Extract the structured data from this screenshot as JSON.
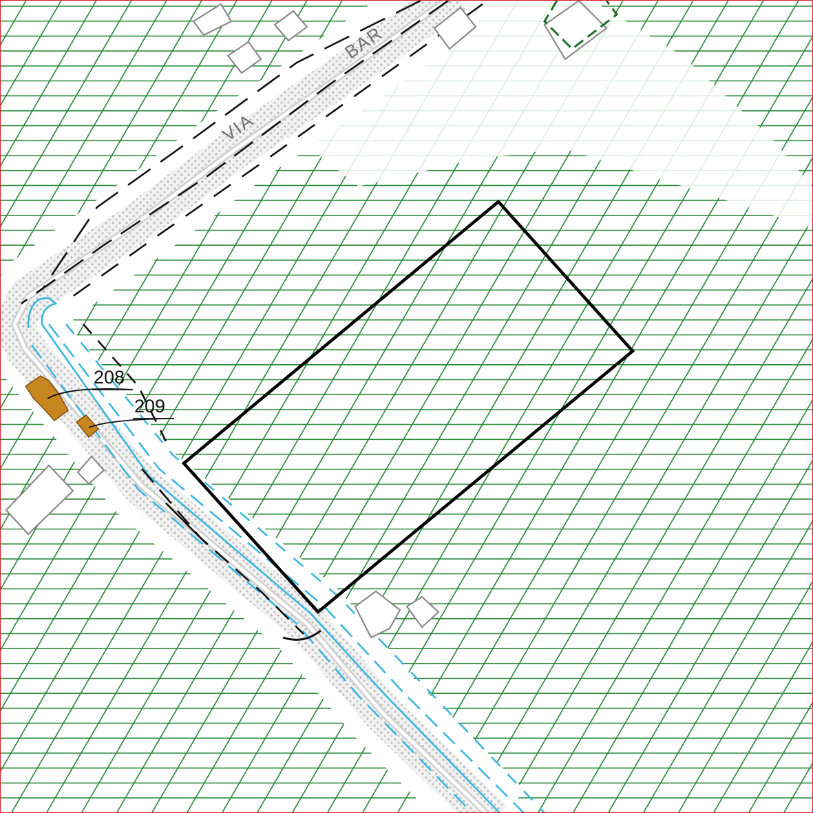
{
  "map": {
    "colors": {
      "zone_hatch": "#2e8b3e",
      "road_fill": "#b9b9b9",
      "road_centerline": "#e5e5e5",
      "watercourse": "#3bb6e0",
      "boundary_dashed": "#111111",
      "site_outline": "#000000",
      "building_outline": "#8a8a8a",
      "highlighted_buildings": "#c8861e",
      "green_dashed_boundary": "#1f6b2a",
      "frame_border": "#d61f26"
    },
    "street_labels": [
      {
        "text": "VIA"
      },
      {
        "text": "BAR"
      }
    ],
    "parcel_labels": [
      {
        "text": "208"
      },
      {
        "text": "209"
      }
    ],
    "site_polygon": {
      "shape": "rectangle",
      "style": "solid black outline"
    }
  }
}
